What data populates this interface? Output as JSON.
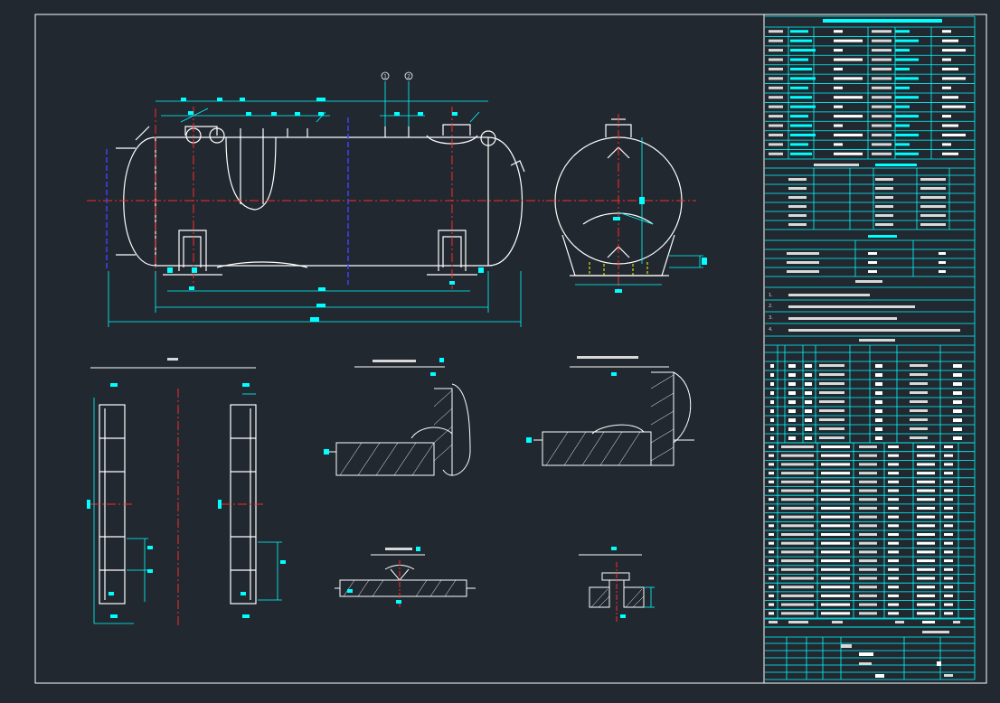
{
  "drawing": {
    "theme": {
      "background": "#212830",
      "frame": "#ffffff",
      "outline": "#ffffff",
      "dimension": "#00ffff",
      "centerline": "#ff2a2a",
      "hidden": "#4040ff",
      "table_line": "#00ffff",
      "text": "#d8d8d8"
    },
    "views": {
      "detail_callouts": [
        "1",
        "2"
      ]
    },
    "tables": {
      "spec_header_rows": 14,
      "nozzle_rows": 9,
      "parts_rows": 20
    },
    "notes": [
      "1.",
      "2.",
      "3.",
      "4."
    ]
  }
}
